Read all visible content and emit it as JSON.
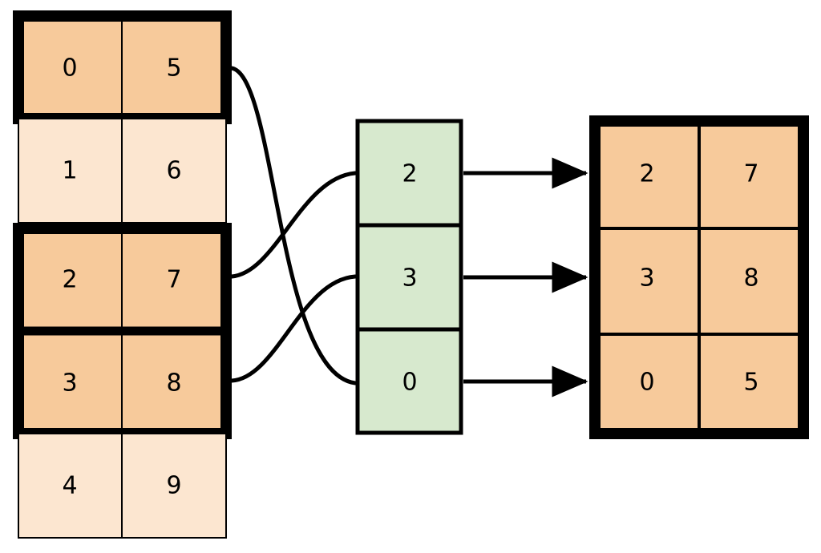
{
  "diagram": {
    "title": "array-gather-indexing-diagram",
    "colors": {
      "highlight_fill": "#f7ca9b",
      "normal_fill": "#fce6d0",
      "index_fill": "#d7e9ce",
      "stroke": "#000000",
      "thin_stroke": "#000000",
      "background": "#ffffff"
    },
    "source_table": {
      "name": "source-array",
      "rows": [
        {
          "cells": [
            "0",
            "5"
          ],
          "highlighted": true
        },
        {
          "cells": [
            "1",
            "6"
          ],
          "highlighted": false
        },
        {
          "cells": [
            "2",
            "7"
          ],
          "highlighted": true
        },
        {
          "cells": [
            "3",
            "8"
          ],
          "highlighted": true
        },
        {
          "cells": [
            "4",
            "9"
          ],
          "highlighted": false
        }
      ]
    },
    "index_column": {
      "name": "index-array",
      "cells": [
        "2",
        "3",
        "0"
      ]
    },
    "result_table": {
      "name": "result-array",
      "rows": [
        {
          "cells": [
            "2",
            "7"
          ]
        },
        {
          "cells": [
            "3",
            "8"
          ]
        },
        {
          "cells": [
            "0",
            "5"
          ]
        }
      ]
    },
    "connections": [
      {
        "from_row": 0,
        "to_index_cell": 2
      },
      {
        "from_row": 2,
        "to_index_cell": 0
      },
      {
        "from_row": 3,
        "to_index_cell": 1
      }
    ],
    "arrows": [
      {
        "from_index_cell": 0,
        "to_result_row": 0
      },
      {
        "from_index_cell": 1,
        "to_result_row": 1
      },
      {
        "from_index_cell": 2,
        "to_result_row": 2
      }
    ]
  }
}
